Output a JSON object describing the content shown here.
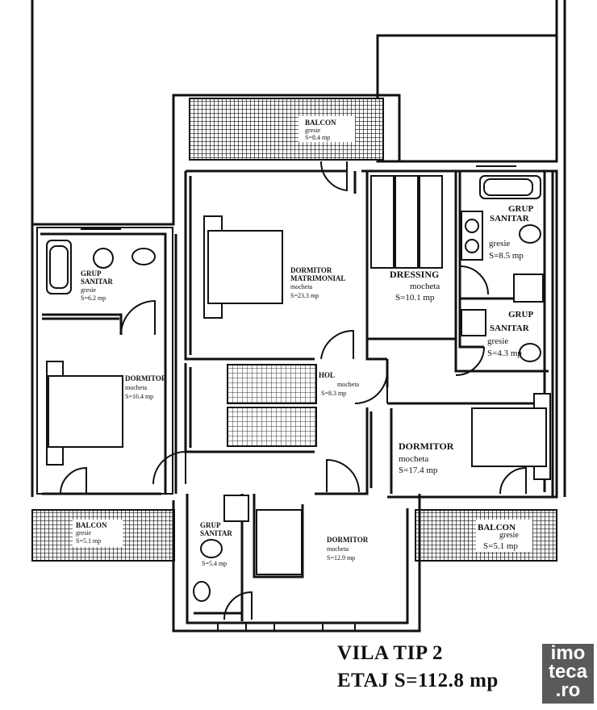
{
  "plan": {
    "title_line1": "VILA TIP 2",
    "title_line2": "ETAJ S=112.8 mp",
    "logo_text": [
      "imo",
      "teca",
      ".ro"
    ],
    "hatch_color": "#111111",
    "rooms": {
      "balcon_top": {
        "name": "BALCON",
        "material": "gresie",
        "area": "S=8.4 mp"
      },
      "dormitor_matrimonial": {
        "name1": "DORMITOR",
        "name2": "MATRIMONIAL",
        "material": "mocheta",
        "area": "S=23.3 mp"
      },
      "dressing": {
        "name": "DRESSING",
        "material": "mocheta",
        "area": "S=10.1 mp"
      },
      "grup_sanitar_top_right": {
        "name1": "GRUP",
        "name2": "SANITAR",
        "material": "gresie",
        "area": "S=8.5 mp"
      },
      "grup_sanitar_mid_right": {
        "name1": "GRUP",
        "name2": "SANITAR",
        "material": "gresie",
        "area": "S=4.3 mp"
      },
      "grup_sanitar_left": {
        "name1": "GRUP",
        "name2": "SANITAR",
        "material": "gresie",
        "area": "S=6.2 mp"
      },
      "dormitor_left": {
        "name": "DORMITOR",
        "material": "mocheta",
        "area": "S=16.4 mp"
      },
      "hol": {
        "name": "HOL",
        "material": "mocheta",
        "area": "S=8.3 mp"
      },
      "dormitor_right": {
        "name": "DORMITOR",
        "material": "mocheta",
        "area": "S=17.4 mp"
      },
      "balcon_left": {
        "name": "BALCON",
        "material": "gresie",
        "area": "S=5.1 mp"
      },
      "balcon_right": {
        "name": "BALCON",
        "material": "gresie",
        "area": "S=5.1 mp"
      },
      "grup_sanitar_bottom": {
        "name1": "GRUP",
        "name2": "SANITAR",
        "area": "S=5.4 mp"
      },
      "dormitor_bottom": {
        "name": "DORMITOR",
        "material": "mocheta",
        "area": "S=12.9 mp"
      }
    }
  }
}
